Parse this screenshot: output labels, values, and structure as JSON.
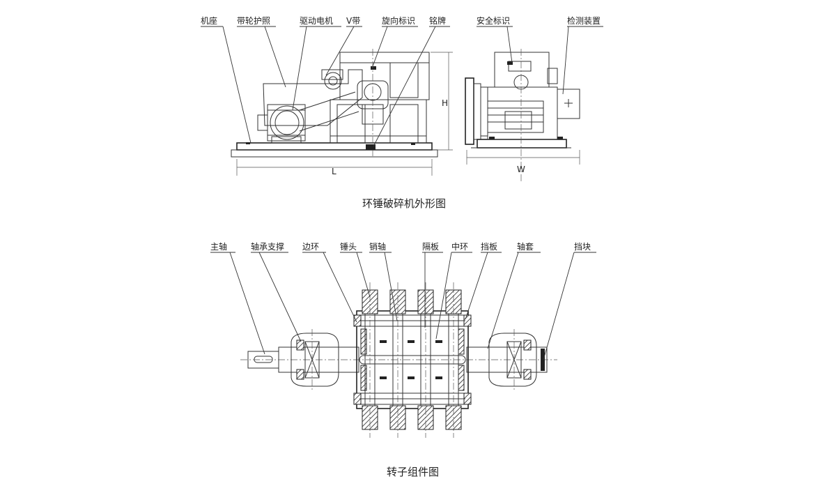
{
  "figure1": {
    "caption": "环锤破碎机外形图",
    "labels": [
      "机座",
      "带轮护照",
      "驱动电机",
      "V带",
      "旋向标识",
      "铭牌",
      "安全标识",
      "检测装置"
    ],
    "dims": {
      "length": "L",
      "height": "H",
      "width": "W"
    }
  },
  "figure2": {
    "caption": "转子组件图",
    "labels": [
      "主轴",
      "轴承支撑",
      "边环",
      "锤头",
      "销轴",
      "隔板",
      "中环",
      "挡板",
      "轴套",
      "挡块"
    ]
  }
}
